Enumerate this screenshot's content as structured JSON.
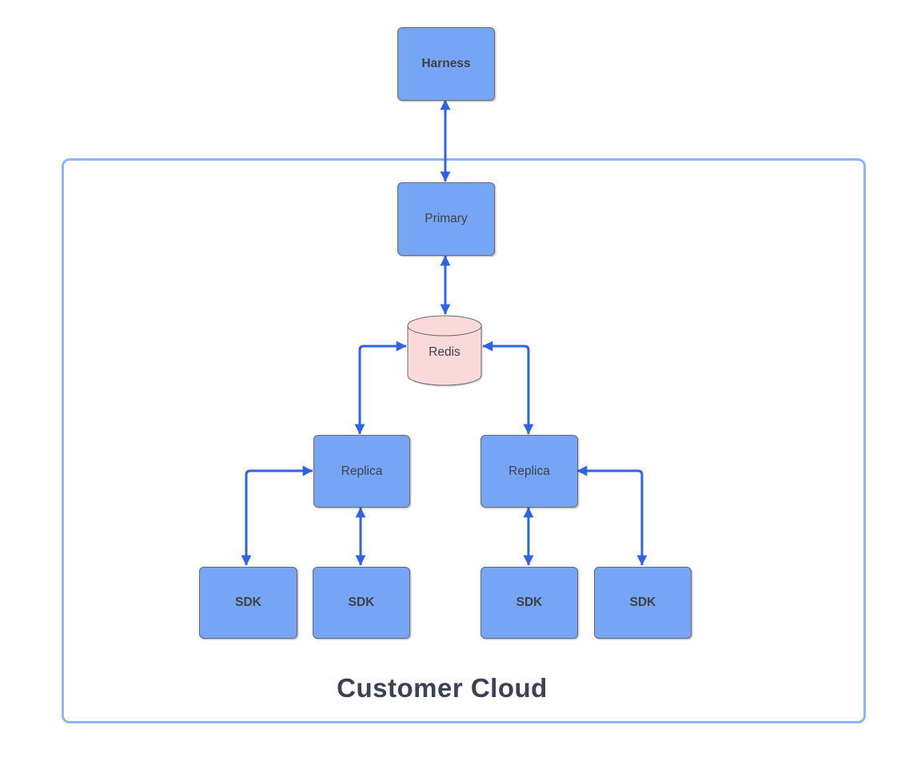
{
  "diagram": {
    "nodes": {
      "harness": {
        "label": "Harness",
        "shape": "rectangle",
        "emphasis": "bold"
      },
      "primary": {
        "label": "Primary",
        "shape": "rectangle",
        "emphasis": "regular"
      },
      "redis": {
        "label": "Redis",
        "shape": "cylinder",
        "emphasis": "regular"
      },
      "replica_left": {
        "label": "Replica",
        "shape": "rectangle",
        "emphasis": "regular"
      },
      "replica_right": {
        "label": "Replica",
        "shape": "rectangle",
        "emphasis": "regular"
      },
      "sdk_outer_left": {
        "label": "SDK",
        "shape": "rectangle",
        "emphasis": "bold"
      },
      "sdk_inner_left": {
        "label": "SDK",
        "shape": "rectangle",
        "emphasis": "bold"
      },
      "sdk_inner_right": {
        "label": "SDK",
        "shape": "rectangle",
        "emphasis": "bold"
      },
      "sdk_outer_right": {
        "label": "SDK",
        "shape": "rectangle",
        "emphasis": "bold"
      }
    },
    "container": {
      "label": "Customer Cloud"
    },
    "edges": [
      {
        "from": "harness",
        "to": "primary",
        "direction": "bidirectional",
        "style": "straight"
      },
      {
        "from": "primary",
        "to": "redis",
        "direction": "bidirectional",
        "style": "straight"
      },
      {
        "from": "redis",
        "to": "replica_left",
        "direction": "bidirectional",
        "style": "elbow"
      },
      {
        "from": "redis",
        "to": "replica_right",
        "direction": "bidirectional",
        "style": "elbow"
      },
      {
        "from": "replica_left",
        "to": "sdk_inner_left",
        "direction": "bidirectional",
        "style": "straight"
      },
      {
        "from": "replica_left",
        "to": "sdk_outer_left",
        "direction": "bidirectional",
        "style": "elbow"
      },
      {
        "from": "replica_right",
        "to": "sdk_inner_right",
        "direction": "bidirectional",
        "style": "straight"
      },
      {
        "from": "replica_right",
        "to": "sdk_outer_right",
        "direction": "bidirectional",
        "style": "elbow"
      }
    ],
    "colors": {
      "node_fill": "#77a5f6",
      "redis_fill": "#f9d9da",
      "connector": "#2d63e4",
      "container_border": "#8fb4f8",
      "node_border": "#6b6b6b",
      "label": "#3e4246",
      "title": "#3b4254"
    }
  }
}
